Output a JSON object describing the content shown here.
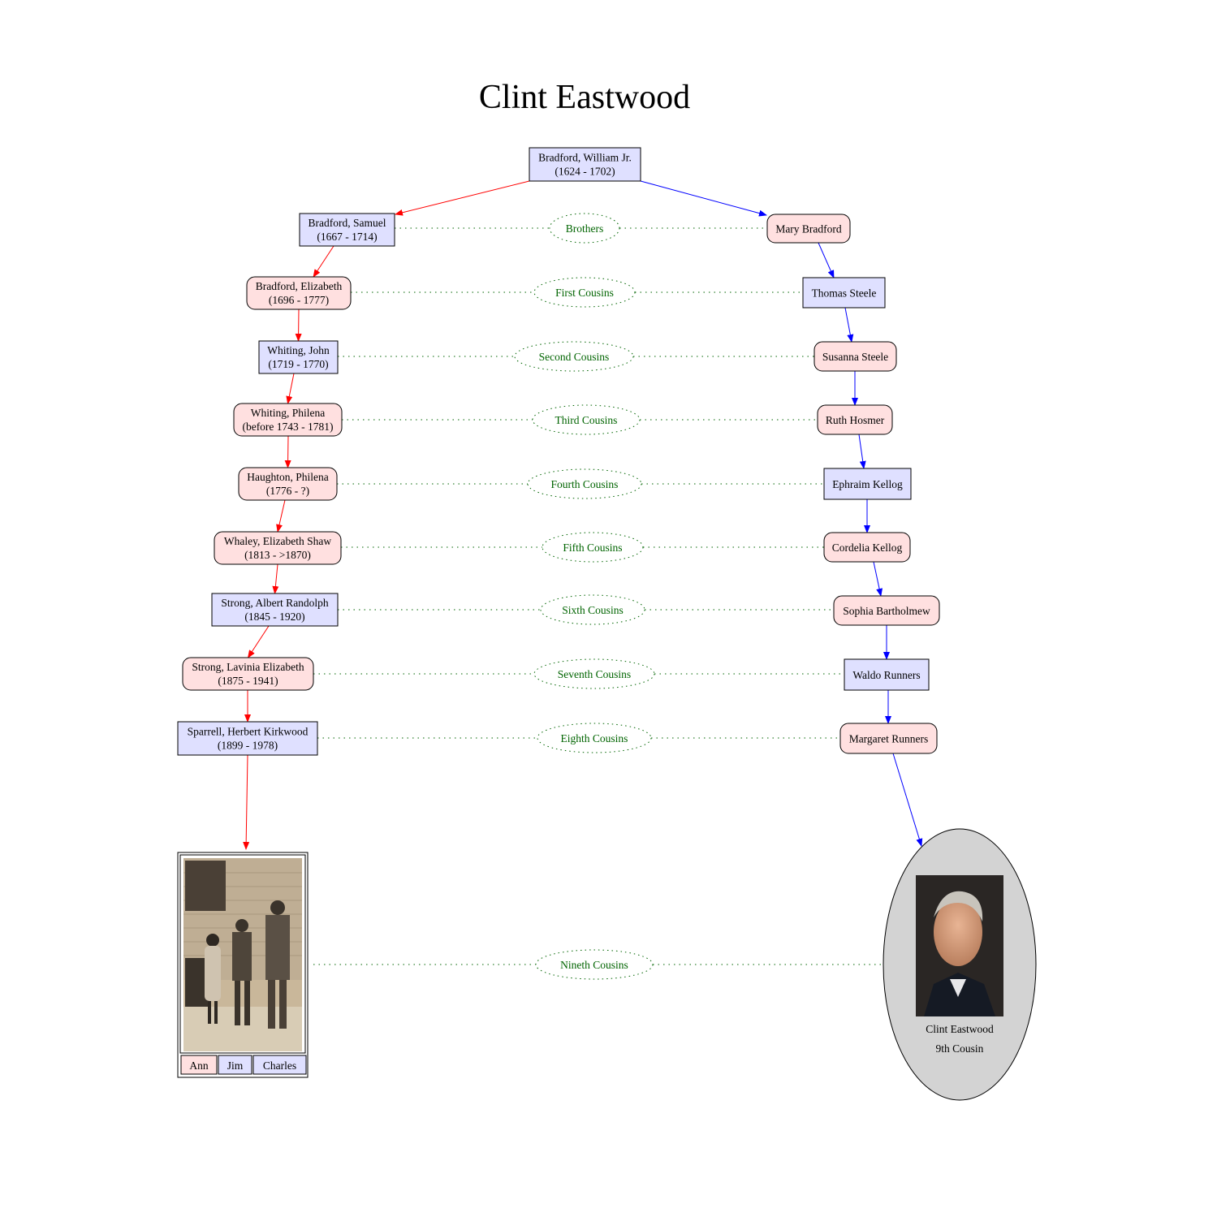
{
  "title": "Clint Eastwood",
  "colors": {
    "male_fill": "#dfe0ff",
    "female_fill": "#ffe0e0",
    "left_line": "#ff0000",
    "right_line": "#0000ff",
    "relation_line": "#006400",
    "target_fill": "#d3d3d3"
  },
  "root": {
    "name": "Bradford, William Jr.",
    "dates": "(1624 - 1702)",
    "sex": "male"
  },
  "left_line": [
    {
      "name": "Bradford, Samuel",
      "dates": "(1667 - 1714)",
      "sex": "male"
    },
    {
      "name": "Bradford, Elizabeth",
      "dates": "(1696 - 1777)",
      "sex": "female"
    },
    {
      "name": "Whiting, John",
      "dates": "(1719 - 1770)",
      "sex": "male"
    },
    {
      "name": "Whiting, Philena",
      "dates": "(before 1743 - 1781)",
      "sex": "female"
    },
    {
      "name": "Haughton, Philena",
      "dates": "(1776 - ?)",
      "sex": "female"
    },
    {
      "name": "Whaley, Elizabeth Shaw",
      "dates": "(1813 - >1870)",
      "sex": "female"
    },
    {
      "name": "Strong, Albert Randolph",
      "dates": "(1845 - 1920)",
      "sex": "male"
    },
    {
      "name": "Strong, Lavinia Elizabeth",
      "dates": "(1875 - 1941)",
      "sex": "female"
    },
    {
      "name": "Sparrell, Herbert Kirkwood",
      "dates": "(1899 - 1978)",
      "sex": "male"
    }
  ],
  "right_line": [
    {
      "name": "Mary Bradford",
      "sex": "female"
    },
    {
      "name": "Thomas Steele",
      "sex": "male"
    },
    {
      "name": "Susanna Steele",
      "sex": "female"
    },
    {
      "name": "Ruth Hosmer",
      "sex": "female"
    },
    {
      "name": "Ephraim Kellog",
      "sex": "male"
    },
    {
      "name": "Cordelia Kellog",
      "sex": "female"
    },
    {
      "name": "Sophia Bartholmew",
      "sex": "female"
    },
    {
      "name": "Waldo Runners",
      "sex": "male"
    },
    {
      "name": "Margaret Runners",
      "sex": "female"
    }
  ],
  "relations": [
    "Brothers",
    "First Cousins",
    "Second Cousins",
    "Third Cousins",
    "Fourth Cousins",
    "Fifth Cousins",
    "Sixth Cousins",
    "Seventh Cousins",
    "Eighth Cousins",
    "Nineth Cousins"
  ],
  "photo_group": {
    "names": [
      {
        "name": "Ann",
        "sex": "female"
      },
      {
        "name": "Jim",
        "sex": "male"
      },
      {
        "name": "Charles",
        "sex": "male"
      }
    ]
  },
  "target": {
    "name": "Clint Eastwood",
    "subtitle": "9th Cousin"
  }
}
